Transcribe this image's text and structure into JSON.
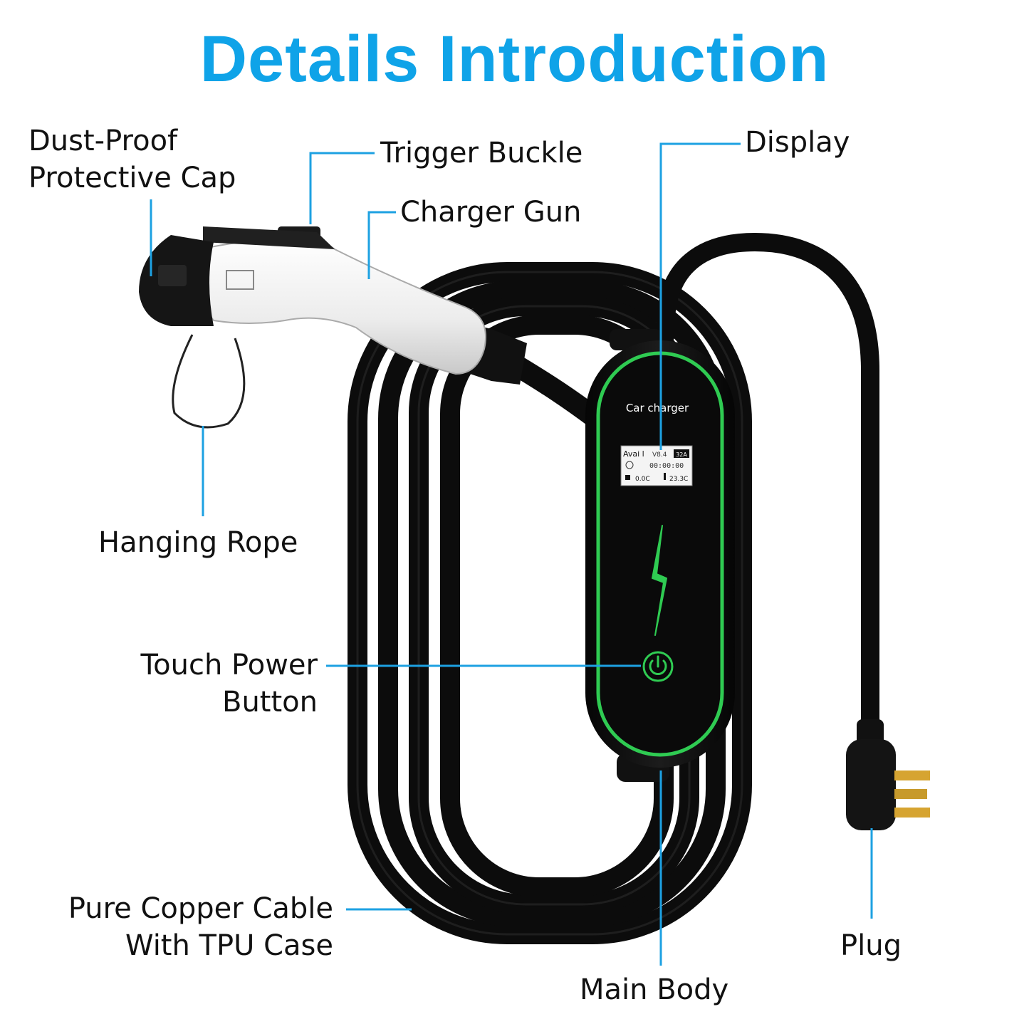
{
  "title": "Details Introduction",
  "labels": {
    "dust_cap": [
      "Dust-Proof",
      "Protective Cap"
    ],
    "trigger_buckle": "Trigger Buckle",
    "charger_gun": "Charger Gun",
    "display": "Display",
    "hanging_rope": "Hanging Rope",
    "touch_power": [
      "Touch Power",
      "Button"
    ],
    "cable": [
      "Pure Copper Cable",
      "With TPU Case"
    ],
    "main_body": "Main Body",
    "plug": "Plug"
  },
  "device": {
    "brand_text": "Car charger",
    "screen": {
      "status": "Avai l",
      "version": "V8.4",
      "current": "32A",
      "timer": "00:00:00",
      "energy": "0.0C",
      "temperature": "23.3C"
    }
  },
  "icons": [
    "lightning-icon",
    "power-icon",
    "clock-icon",
    "plug-icon",
    "thermometer-icon"
  ],
  "colors": {
    "title": "#0FA3E8",
    "callout_line": "#1DA1E2",
    "accent_green": "#2FCB52",
    "cable": "#0C0C0C",
    "gun_body": "#F2F2F2"
  }
}
